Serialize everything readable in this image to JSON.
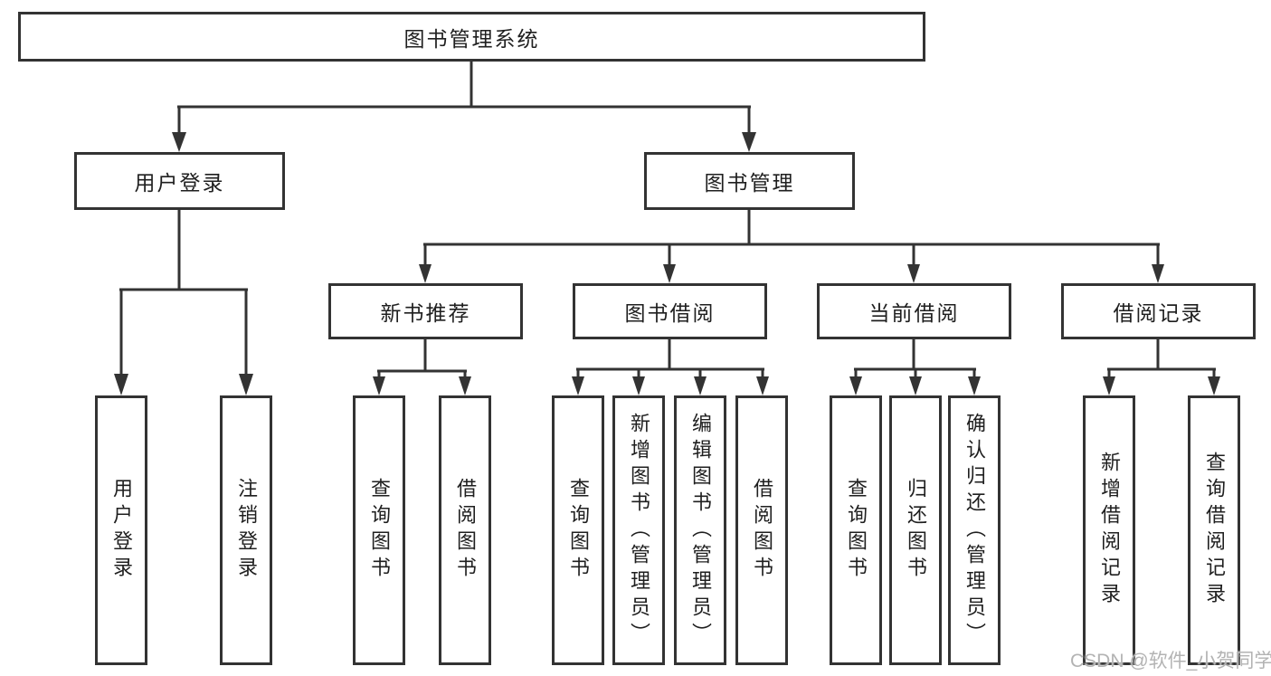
{
  "diagram": {
    "root": {
      "label": "图书管理系统"
    },
    "branches": {
      "login": {
        "label": "用户登录",
        "children": [
          "用户登录",
          "注销登录"
        ]
      },
      "management": {
        "label": "图书管理",
        "sections": {
          "new_book": {
            "label": "新书推荐",
            "children": [
              "查询图书",
              "借阅图书"
            ]
          },
          "borrow": {
            "label": "图书借阅",
            "children": [
              "查询图书",
              "新增图书（管理员）",
              "编辑图书（管理员）",
              "借阅图书"
            ]
          },
          "current": {
            "label": "当前借阅",
            "children": [
              "查询图书",
              "归还图书",
              "确认归还（管理员）"
            ]
          },
          "records": {
            "label": "借阅记录",
            "children": [
              "新增借阅记录",
              "查询借阅记录"
            ]
          }
        }
      }
    }
  },
  "watermark": "CSDN @软件_小贺同学",
  "colors": {
    "line": "#333333",
    "text": "#1f1f1f",
    "watermark": "#b3b3b3",
    "background": "#ffffff"
  }
}
